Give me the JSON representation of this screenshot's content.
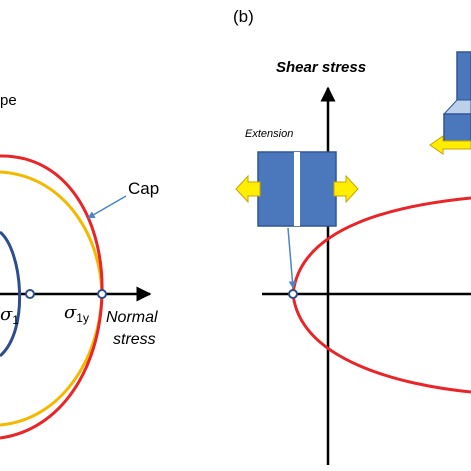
{
  "panel_b_label": "(b)",
  "left_panel": {
    "partial_label": "pe",
    "cap_label": "Cap",
    "sigma_1_label": {
      "base": "σ",
      "sub": "1"
    },
    "sigma_1y_label": {
      "base": "σ",
      "sub": "1y"
    },
    "normal_stress_line1": "Normal",
    "normal_stress_line2": "stress"
  },
  "right_panel": {
    "shear_stress_label": "Shear stress",
    "extension_label": "Extension"
  },
  "colors": {
    "red_curve": "#e8262a",
    "orange_curve": "#f5b800",
    "blue_curve": "#2e4d8f",
    "specimen_fill": "#4b78bd",
    "specimen_stroke": "#2f5597",
    "arrow_fill": "#ffee00",
    "arrow_stroke": "#c9a200",
    "pointer": "#4a86c8",
    "marker": "#2e4d8f"
  }
}
